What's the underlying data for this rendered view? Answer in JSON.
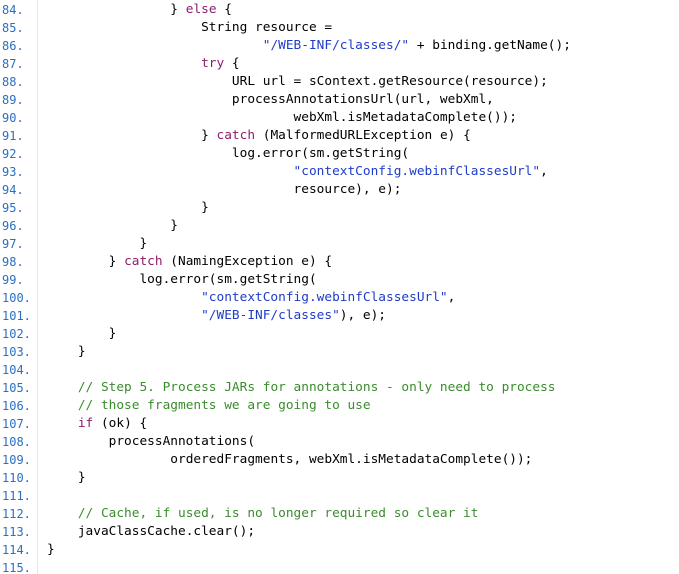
{
  "colors": {
    "background": "#ffffff",
    "line_number": "#2a6fc2",
    "keyword": "#8e1d6b",
    "string": "#1f3cc7",
    "comment": "#3a8c2d",
    "plain": "#000000"
  },
  "lines": [
    {
      "num": "84.",
      "indent": "                ",
      "tokens": [
        {
          "t": "plain",
          "v": "} "
        },
        {
          "t": "kw",
          "v": "else"
        },
        {
          "t": "plain",
          "v": " {"
        }
      ]
    },
    {
      "num": "85.",
      "indent": "                    ",
      "tokens": [
        {
          "t": "plain",
          "v": "String resource ="
        }
      ]
    },
    {
      "num": "86.",
      "indent": "                            ",
      "tokens": [
        {
          "t": "str",
          "v": "\"/WEB-INF/classes/\""
        },
        {
          "t": "plain",
          "v": " + binding.getName();"
        }
      ]
    },
    {
      "num": "87.",
      "indent": "                    ",
      "tokens": [
        {
          "t": "kw",
          "v": "try"
        },
        {
          "t": "plain",
          "v": " {"
        }
      ]
    },
    {
      "num": "88.",
      "indent": "                        ",
      "tokens": [
        {
          "t": "plain",
          "v": "URL url = sContext.getResource(resource);"
        }
      ]
    },
    {
      "num": "89.",
      "indent": "                        ",
      "tokens": [
        {
          "t": "plain",
          "v": "processAnnotationsUrl(url, webXml,"
        }
      ]
    },
    {
      "num": "90.",
      "indent": "                                ",
      "tokens": [
        {
          "t": "plain",
          "v": "webXml.isMetadataComplete());"
        }
      ]
    },
    {
      "num": "91.",
      "indent": "                    ",
      "tokens": [
        {
          "t": "plain",
          "v": "} "
        },
        {
          "t": "kw",
          "v": "catch"
        },
        {
          "t": "plain",
          "v": " (MalformedURLException e) {"
        }
      ]
    },
    {
      "num": "92.",
      "indent": "                        ",
      "tokens": [
        {
          "t": "plain",
          "v": "log.error(sm.getString("
        }
      ]
    },
    {
      "num": "93.",
      "indent": "                                ",
      "tokens": [
        {
          "t": "str",
          "v": "\"contextConfig.webinfClassesUrl\""
        },
        {
          "t": "plain",
          "v": ","
        }
      ]
    },
    {
      "num": "94.",
      "indent": "                                ",
      "tokens": [
        {
          "t": "plain",
          "v": "resource), e);"
        }
      ]
    },
    {
      "num": "95.",
      "indent": "                    ",
      "tokens": [
        {
          "t": "plain",
          "v": "}"
        }
      ]
    },
    {
      "num": "96.",
      "indent": "                ",
      "tokens": [
        {
          "t": "plain",
          "v": "}"
        }
      ]
    },
    {
      "num": "97.",
      "indent": "            ",
      "tokens": [
        {
          "t": "plain",
          "v": "}"
        }
      ]
    },
    {
      "num": "98.",
      "indent": "        ",
      "tokens": [
        {
          "t": "plain",
          "v": "} "
        },
        {
          "t": "kw",
          "v": "catch"
        },
        {
          "t": "plain",
          "v": " (NamingException e) {"
        }
      ]
    },
    {
      "num": "99.",
      "indent": "            ",
      "tokens": [
        {
          "t": "plain",
          "v": "log.error(sm.getString("
        }
      ]
    },
    {
      "num": "100.",
      "indent": "                    ",
      "tokens": [
        {
          "t": "str",
          "v": "\"contextConfig.webinfClassesUrl\""
        },
        {
          "t": "plain",
          "v": ","
        }
      ]
    },
    {
      "num": "101.",
      "indent": "                    ",
      "tokens": [
        {
          "t": "str",
          "v": "\"/WEB-INF/classes\""
        },
        {
          "t": "plain",
          "v": "), e);"
        }
      ]
    },
    {
      "num": "102.",
      "indent": "        ",
      "tokens": [
        {
          "t": "plain",
          "v": "}"
        }
      ]
    },
    {
      "num": "103.",
      "indent": "    ",
      "tokens": [
        {
          "t": "plain",
          "v": "}"
        }
      ]
    },
    {
      "num": "104.",
      "indent": "",
      "tokens": []
    },
    {
      "num": "105.",
      "indent": "    ",
      "tokens": [
        {
          "t": "com",
          "v": "// Step 5. Process JARs for annotations - only need to process"
        }
      ]
    },
    {
      "num": "106.",
      "indent": "    ",
      "tokens": [
        {
          "t": "com",
          "v": "// those fragments we are going to use"
        }
      ]
    },
    {
      "num": "107.",
      "indent": "    ",
      "tokens": [
        {
          "t": "kw",
          "v": "if"
        },
        {
          "t": "plain",
          "v": " (ok) {"
        }
      ]
    },
    {
      "num": "108.",
      "indent": "        ",
      "tokens": [
        {
          "t": "plain",
          "v": "processAnnotations("
        }
      ]
    },
    {
      "num": "109.",
      "indent": "                ",
      "tokens": [
        {
          "t": "plain",
          "v": "orderedFragments, webXml.isMetadataComplete());"
        }
      ]
    },
    {
      "num": "110.",
      "indent": "    ",
      "tokens": [
        {
          "t": "plain",
          "v": "}"
        }
      ]
    },
    {
      "num": "111.",
      "indent": "",
      "tokens": []
    },
    {
      "num": "112.",
      "indent": "    ",
      "tokens": [
        {
          "t": "com",
          "v": "// Cache, if used, is no longer required so clear it"
        }
      ]
    },
    {
      "num": "113.",
      "indent": "    ",
      "tokens": [
        {
          "t": "plain",
          "v": "javaClassCache.clear();"
        }
      ]
    },
    {
      "num": "114.",
      "indent": "",
      "tokens": [
        {
          "t": "plain",
          "v": "}"
        }
      ]
    },
    {
      "num": "115.",
      "indent": "",
      "tokens": []
    }
  ]
}
